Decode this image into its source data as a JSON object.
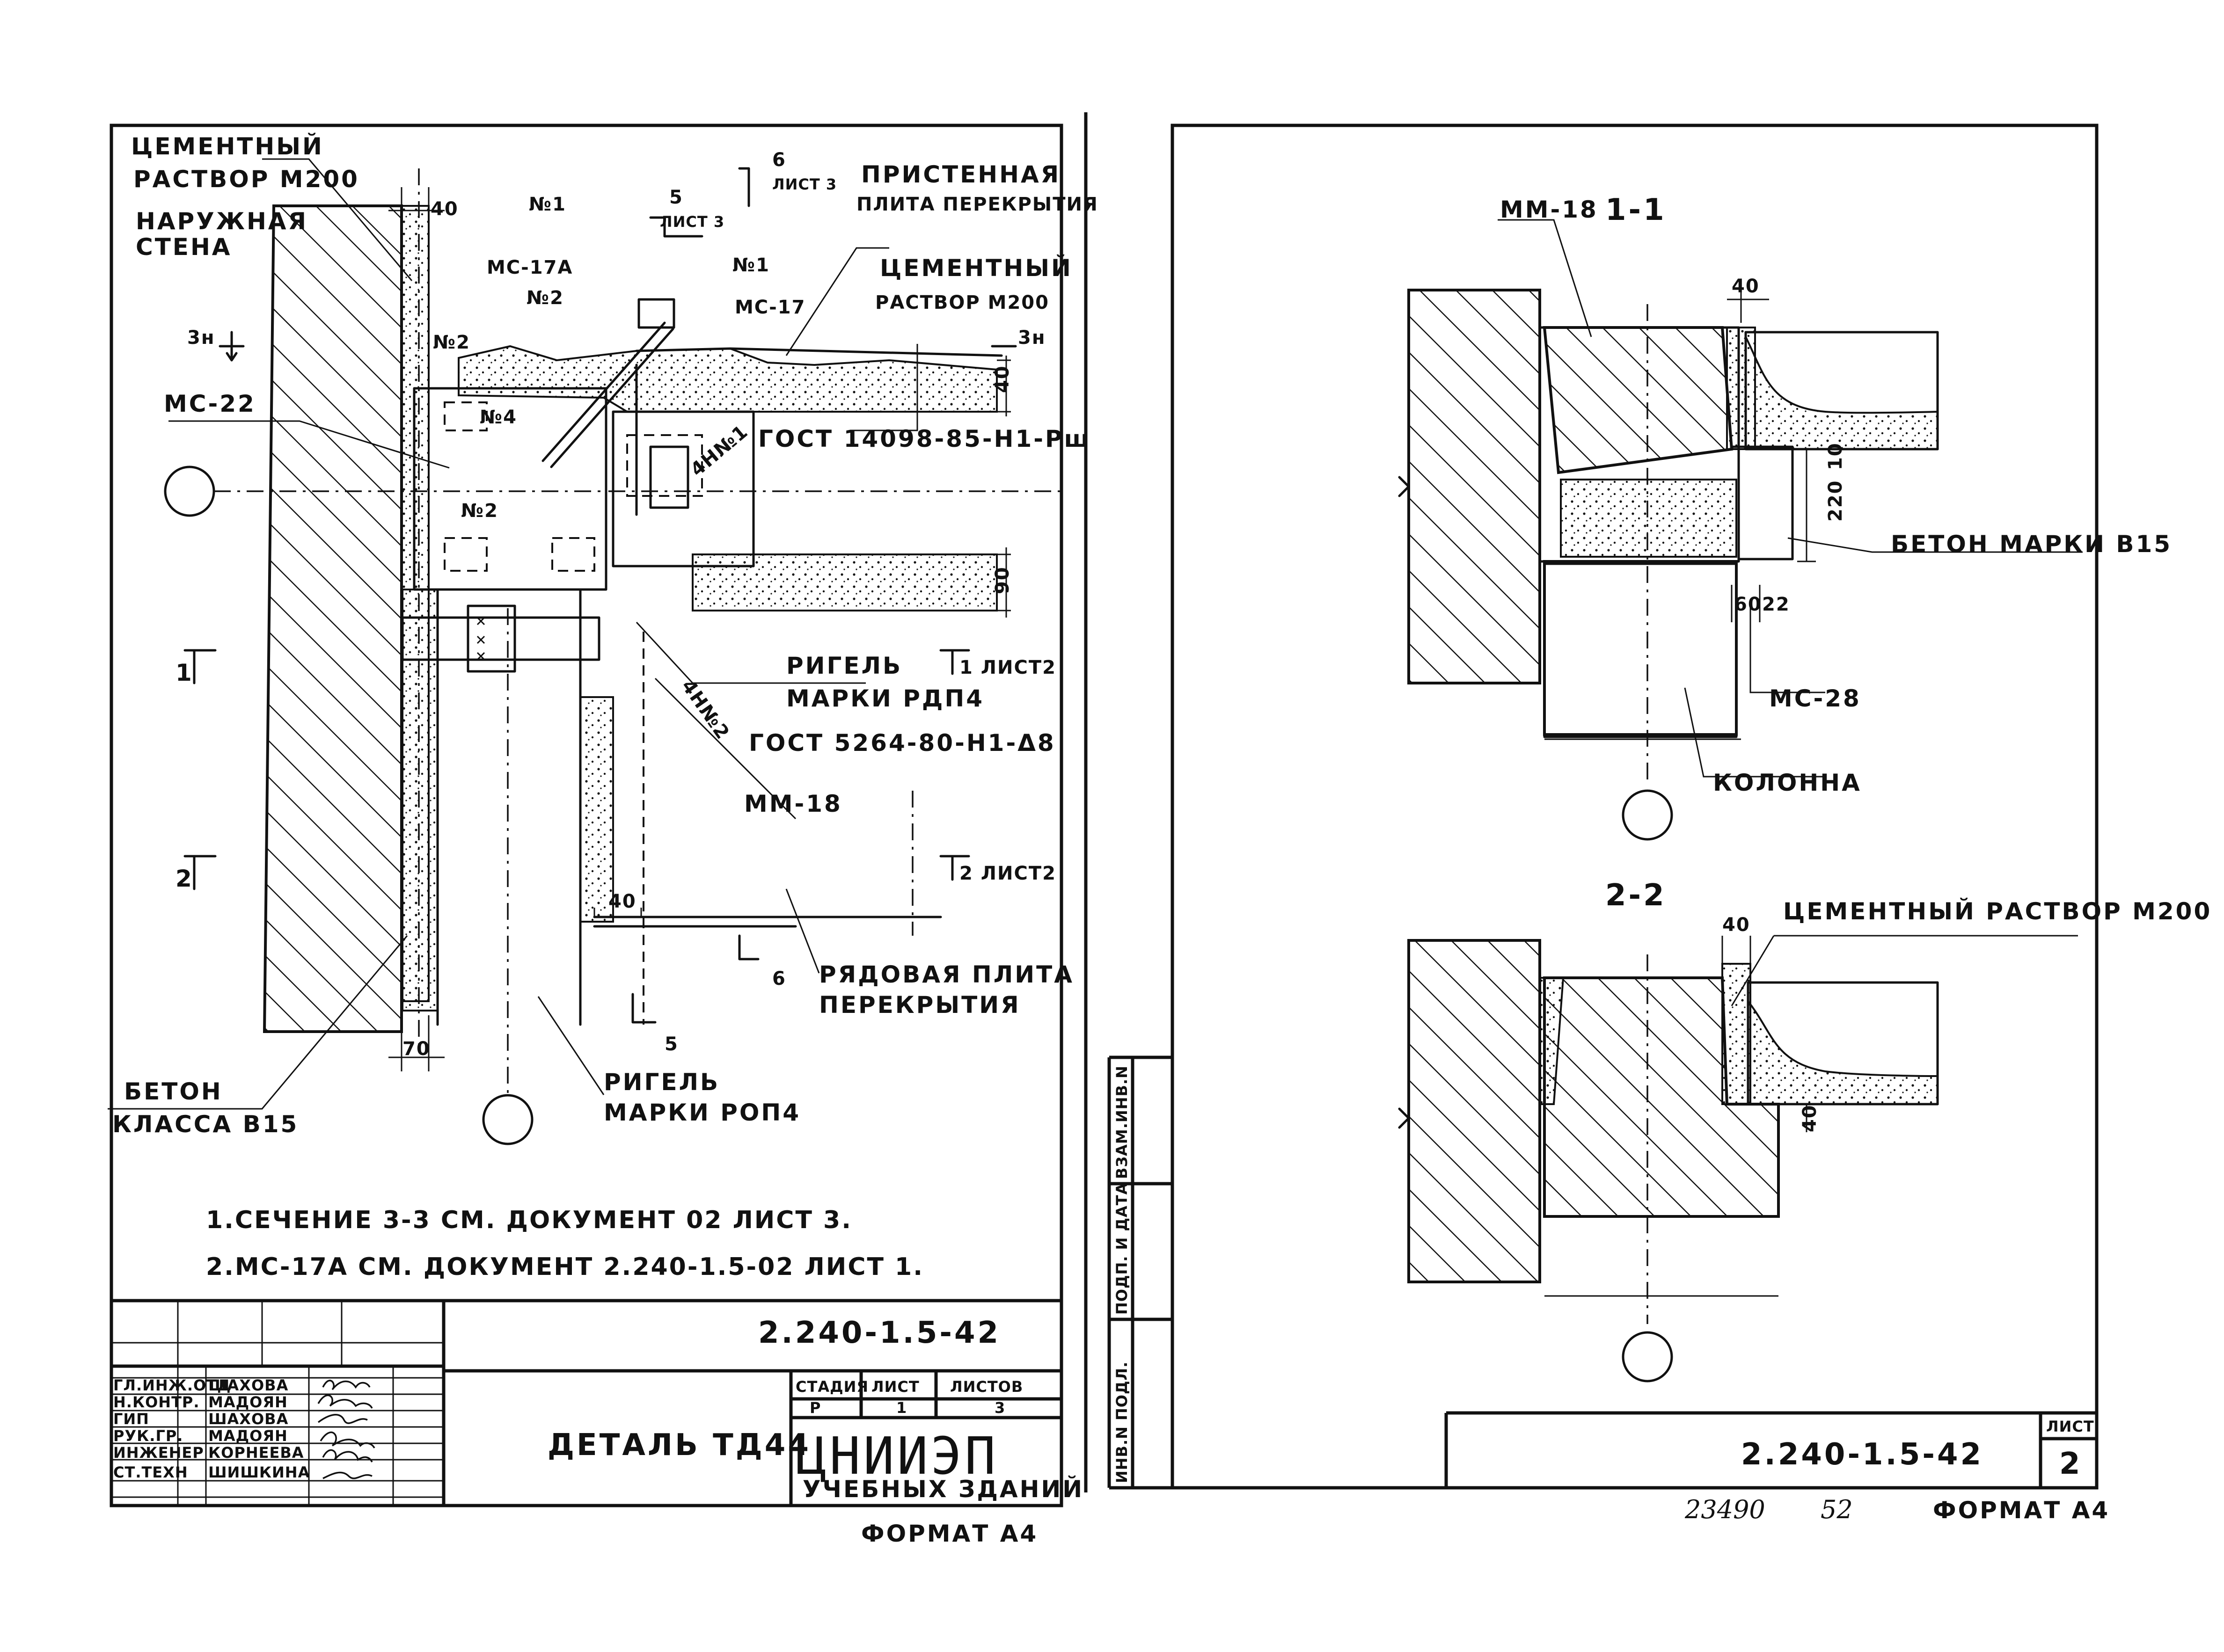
{
  "left_sheet": {
    "labels": {
      "cement_mortar": "ЦЕМЕНТНЫЙ",
      "mortar_grade": "РАСТВОР М200",
      "outer_wall_1": "НАРУЖНАЯ",
      "outer_wall_2": "СТЕНА",
      "wall_plate_1": "ПРИСТЕННАЯ",
      "wall_plate_2": "ПЛИТА ПЕРЕКРЫТИЯ",
      "cement_mortar_2": "ЦЕМЕНТНЫЙ",
      "mortar_grade_2": "РАСТВОР М200",
      "mc17a": "МС-17А",
      "mc17": "МС-17",
      "mc22": "МС-22",
      "no1_a": "№1",
      "no1_b": "№1",
      "no2_a": "№2",
      "no2_b": "№2",
      "no2_c": "№2",
      "no4": "№4",
      "weld_4n1": "4Н№1",
      "weld_4n2": "4Н№2",
      "gost1": "ГОСТ 14098-85-Н1-Рш",
      "gost2": "ГОСТ 5264-80-Н1-Δ8",
      "girder_1": "РИГЕЛЬ",
      "girder_2": "МАРКИ РДП4",
      "mm18": "ММ-18",
      "row_plate_1": "РЯДОВАЯ ПЛИТА",
      "row_plate_2": "ПЕРЕКРЫТИЯ",
      "girder_b_1": "РИГЕЛЬ",
      "girder_b_2": "МАРКИ РОП4",
      "concrete_1": "БЕТОН",
      "concrete_2": "КЛАССА В15"
    },
    "dims": {
      "d40_top": "40",
      "d40_plate": "40",
      "d90": "90",
      "d40_bottom": "40",
      "d70": "70"
    },
    "section_marks": {
      "s3_left": "3н",
      "s3_right": "3н",
      "s1_left": "1",
      "s2_left": "2",
      "s1_right": "1 ЛИСТ2",
      "s2_right": "2 ЛИСТ2",
      "s5_top_num": "5",
      "s5_top_sheet": "ЛИСТ 3",
      "s6_top_num": "6",
      "s6_top_sheet": "ЛИСТ 3",
      "s6_bottom": "6",
      "s5_bottom": "5"
    },
    "notes": [
      "1.СЕЧЕНИЕ 3-3 СМ. ДОКУМЕНТ 02 ЛИСТ 3.",
      "2.МС-17А СМ. ДОКУМЕНТ 2.240-1.5-02 ЛИСТ 1."
    ],
    "title_block": {
      "code": "2.240-1.5-42",
      "title": "ДЕТАЛЬ ТД44",
      "stage_hdr": "СТАДИЯ",
      "sheet_hdr": "ЛИСТ",
      "sheets_hdr": "ЛИСТОВ",
      "stage": "Р",
      "sheet": "1",
      "sheets": "3",
      "org_logo": "ЦНИИЭП",
      "org_sub": "УЧЕБНЫХ ЗДАНИЙ",
      "roles": [
        {
          "role": "ГЛ.ИНЖ.ОТД",
          "name": "ШАХОВА"
        },
        {
          "role": "Н.КОНТР.",
          "name": "МАДОЯН"
        },
        {
          "role": "ГИП",
          "name": "ШАХОВА"
        },
        {
          "role": "РУК.ГР.",
          "name": "МАДОЯН"
        },
        {
          "role": "ИНЖЕНЕР",
          "name": "КОРНЕЕВА"
        },
        {
          "role": "СТ.ТЕХН",
          "name": "ШИШКИНА"
        }
      ]
    },
    "format": "ФОРМАТ А4"
  },
  "right_sheet": {
    "section_1": {
      "title": "1-1",
      "mm18": "ММ-18",
      "d40": "40",
      "d220": "220",
      "d10": "10",
      "concrete": "БЕТОН МАРКИ В15",
      "d60": "60",
      "d22": "22",
      "mc28": "МС-28",
      "column": "КОЛОННА"
    },
    "section_2": {
      "title": "2-2",
      "d40_top": "40",
      "mortar": "ЦЕМЕНТНЫЙ РАСТВОР М200",
      "d40_side": "40"
    },
    "side_stamp": [
      "ИНВ.N ПОДЛ.",
      "ПОДП. И ДАТА",
      "ВЗАМ.ИНВ.N"
    ],
    "title_block": {
      "code": "2.240-1.5-42",
      "sheet_hdr": "ЛИСТ",
      "sheet": "2"
    },
    "handwritten_1": "23490",
    "handwritten_2": "52",
    "format": "ФОРМАТ А4"
  }
}
